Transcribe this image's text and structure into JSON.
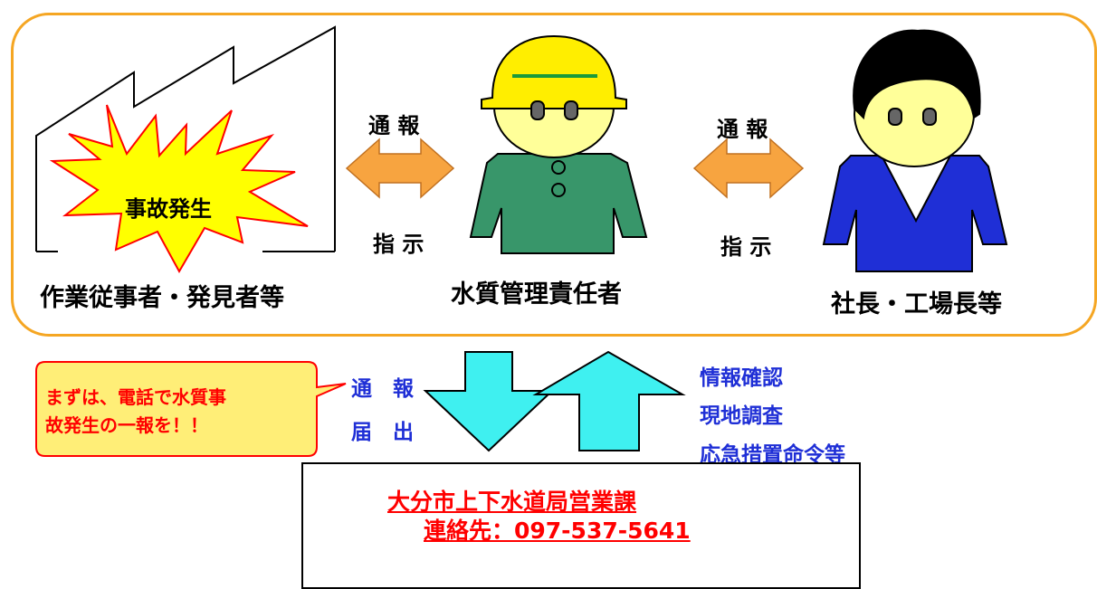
{
  "accent_colors": {
    "frame_border": "#f5a623",
    "arrow_orange": "#f7a440",
    "arrow_cyan": "#3ff0f0",
    "explosion_fill": "#ffff00",
    "explosion_stroke": "#ff0000",
    "manager_body": "#38966a",
    "president_body": "#1f2fd6",
    "callout_fill": "#ffee77",
    "link_red": "#ff0000"
  },
  "icons": {
    "factory": "factory-icon",
    "explosion": "explosion-icon",
    "manager": "helmet-person-icon",
    "president": "person-icon"
  },
  "labels": {
    "accident": "事故発生",
    "worker": "作業従事者・発見者等",
    "manager": "水質管理責任者",
    "president": "社長・工場長等",
    "report_1": "通 報",
    "instruct_1": "指 示",
    "report_2": "通 報",
    "instruct_2": "指 示"
  },
  "lower": {
    "report_label": "通　報",
    "submit_label": "届　出",
    "actions": [
      "情報確認",
      "現地調査",
      "応急措置命令等"
    ]
  },
  "callout": {
    "line1": "まずは、電話で水質事",
    "line2": "故発生の一報を！！"
  },
  "contact": {
    "office": "大分市上下水道局営業課",
    "phone": "連絡先：097-537-5641"
  }
}
